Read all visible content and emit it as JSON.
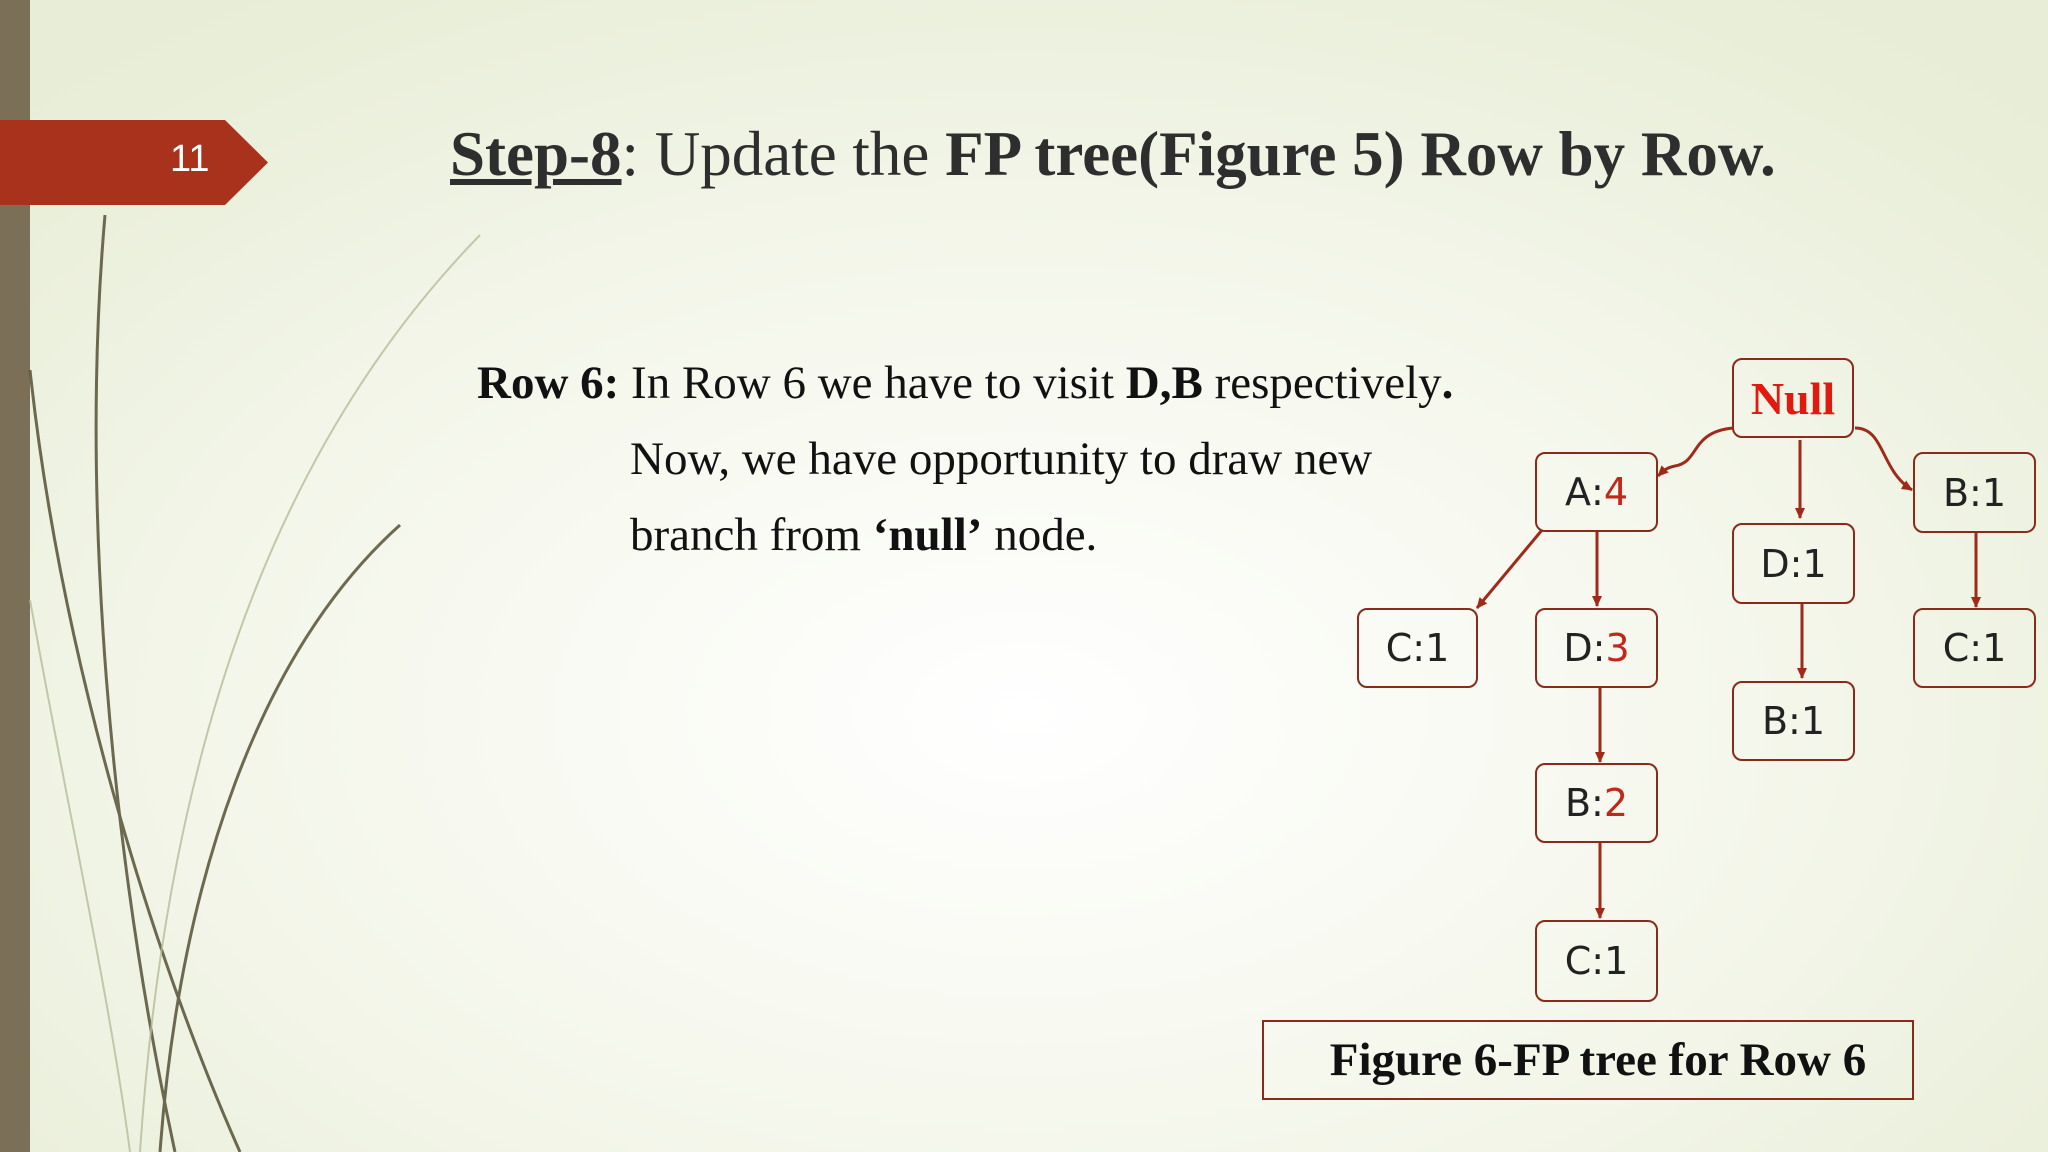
{
  "slide": {
    "number": "11"
  },
  "title": {
    "step": "Step-8",
    "colon": ": Update the ",
    "bold": "FP tree(Figure 5) Row by Row."
  },
  "body": {
    "row_label": "Row 6:",
    "line1_a": " In Row 6 we have to visit ",
    "line1_b": "D,B",
    "line1_c": " respectively",
    "line1_d": ".",
    "line2": "Now, we have opportunity to draw new",
    "line3_a": "branch from ",
    "line3_b": "‘null’",
    "line3_c": " node."
  },
  "tree": {
    "root": "Null",
    "nodes": [
      {
        "id": "a4",
        "item": "A",
        "sep": " : ",
        "count": "4",
        "count_red": true
      },
      {
        "id": "c1-left",
        "item": "C",
        "sep": " : ",
        "count": "1",
        "count_red": false
      },
      {
        "id": "d3",
        "item": "D",
        "sep": " : ",
        "count": "3",
        "count_red": true
      },
      {
        "id": "b2",
        "item": "B",
        "sep": " : ",
        "count": "2",
        "count_red": true
      },
      {
        "id": "c1-bottom",
        "item": "C",
        "sep": " : ",
        "count": "1",
        "count_red": false
      },
      {
        "id": "d1",
        "item": "D",
        "sep": " : ",
        "count": "1",
        "count_red": false
      },
      {
        "id": "b1-mid",
        "item": "B",
        "sep": " : ",
        "count": "1",
        "count_red": false
      },
      {
        "id": "b1-right",
        "item": "B",
        "sep": " : ",
        "count": "1",
        "count_red": false
      },
      {
        "id": "c1-right",
        "item": "C",
        "sep": " : ",
        "count": "1",
        "count_red": false
      }
    ],
    "edges": [
      [
        "null",
        "a4"
      ],
      [
        "null",
        "d1"
      ],
      [
        "null",
        "b1-right"
      ],
      [
        "a4",
        "c1-left"
      ],
      [
        "a4",
        "d3"
      ],
      [
        "d3",
        "b2"
      ],
      [
        "b2",
        "c1-bottom"
      ],
      [
        "d1",
        "b1-mid"
      ],
      [
        "b1-right",
        "c1-right"
      ]
    ],
    "caption": "Figure 6-FP tree for Row 6"
  },
  "colors": {
    "accent": "#a8321b",
    "edge": "#a02a1a",
    "null_text": "#e01a10",
    "count_red": "#c0281b"
  }
}
